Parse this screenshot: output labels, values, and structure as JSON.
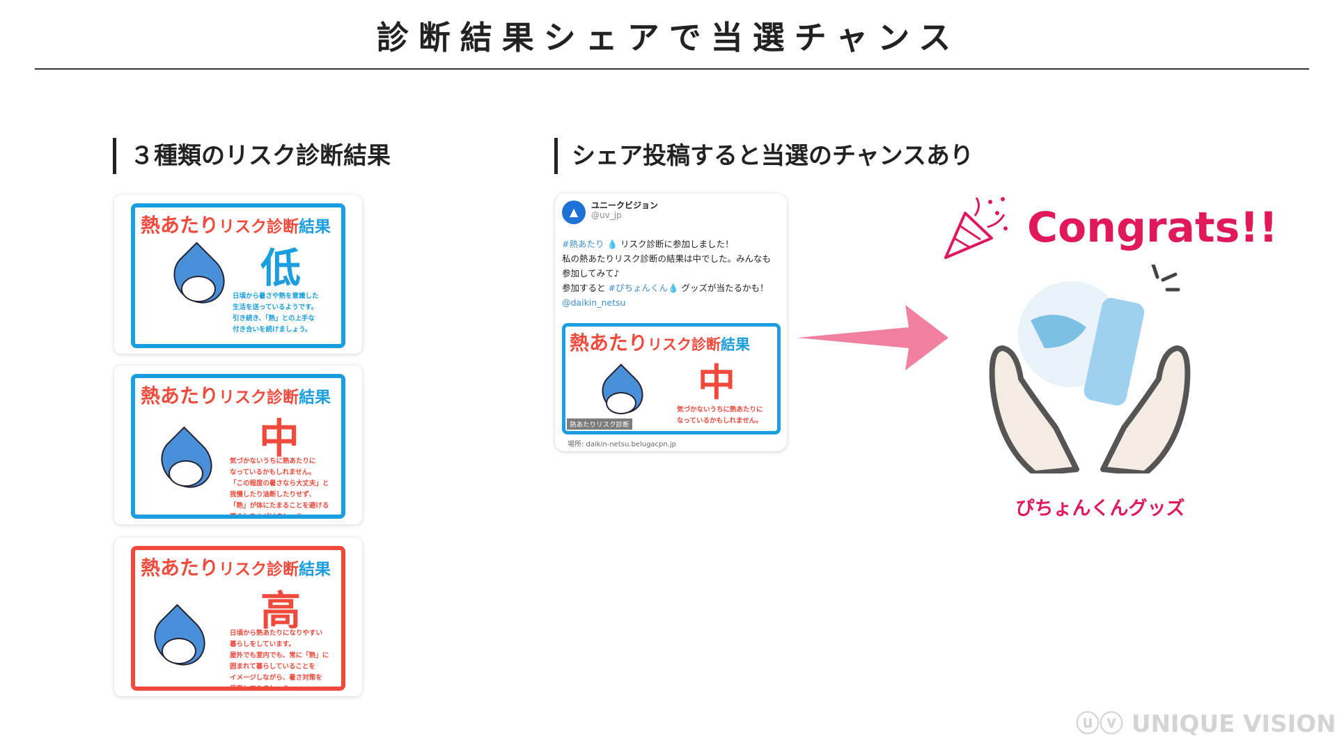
{
  "title": "診断結果シェアで当選チャンス",
  "left_section": {
    "heading": "３種類のリスク診断結果",
    "card_title": {
      "part1": "熱",
      "part2": "あたり",
      "part3": "リスク診断",
      "part4": "結果"
    },
    "cards": [
      {
        "level": "低",
        "text": [
          "日頃から暑さや熱を意識した",
          "生活を送っているようです。",
          "引き続き、「熱」との上手な",
          "付き合いを続けましょう。"
        ]
      },
      {
        "level": "中",
        "text": [
          "気づかないうちに熱あたりに",
          "なっているかもしれません。",
          "「この程度の暑さなら大丈夫」と",
          "我慢したり油断したりせず、",
          "「熱」が体にたまることを避ける",
          "暮らしを心がけましょう。"
        ]
      },
      {
        "level": "高",
        "text": [
          "日頃から熱あたりになりやすい",
          "暮らしをしています。",
          "屋外でも室内でも、常に「熱」に",
          "囲まれて暮らしていることを",
          "イメージしながら、暑さ対策を",
          "見直してみましょう。"
        ]
      }
    ]
  },
  "right_section": {
    "heading": "シェア投稿すると当選のチャンスあり",
    "tweet": {
      "name": "ユニークビジョン",
      "handle": "@uv_jp",
      "line1_tag": "#熱あたり",
      "line1_text": " リスク診断に参加しました！",
      "line2": "私の熱あたりリスク診断の結果は中でした。みんなも",
      "line3": "参加してみて♪",
      "line4_pre": "参加すると ",
      "line4_tag": "#ぴちょんくん",
      "line4_post": " グッズが当たるかも！",
      "mention": "@daikin_netsu",
      "card_level": "中",
      "card_text": [
        "気づかないうちに熱あたりに",
        "なっているかもしれません。"
      ],
      "card_caption": "熱あたりリスク診断",
      "site": "場所: daikin-netsu.belugacpn.jp"
    },
    "congrats": "Congrats!!",
    "prize": "ぴちょんくんグッズ"
  },
  "logo": "UNIQUE VISION",
  "colors": {
    "blue": "#1a9ee0",
    "red": "#f04a3c",
    "pink": "#e0195a",
    "arrow": "#f07fa0"
  }
}
